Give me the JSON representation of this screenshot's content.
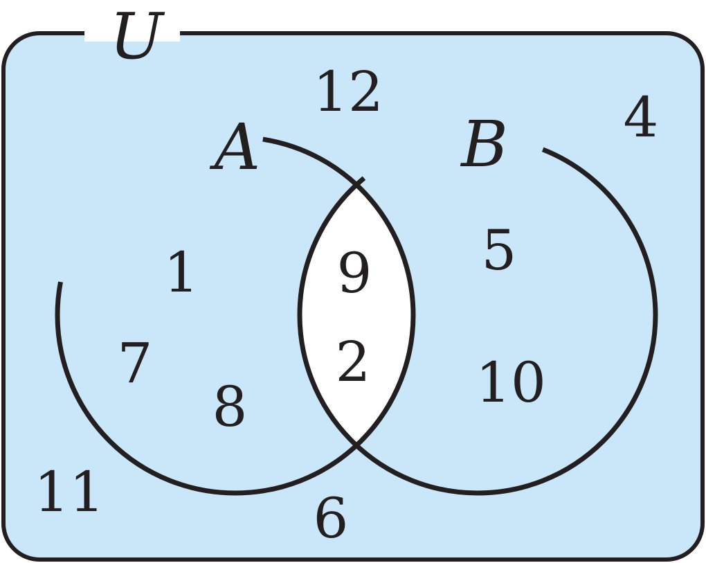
{
  "colors": {
    "universe_fill": "#c9e7f9",
    "intersection_fill": "#ffffff",
    "stroke": "#231f20"
  },
  "universe": {
    "label": "U"
  },
  "set_a": {
    "label": "A",
    "only_elements": [
      "1",
      "7",
      "8"
    ]
  },
  "set_b": {
    "label": "B",
    "only_elements": [
      "5",
      "10"
    ]
  },
  "intersection": {
    "elements": [
      "9",
      "2"
    ]
  },
  "outside": {
    "elements": [
      "12",
      "4",
      "11",
      "6"
    ]
  },
  "shading": "universe shaded except the intersection of A and B"
}
